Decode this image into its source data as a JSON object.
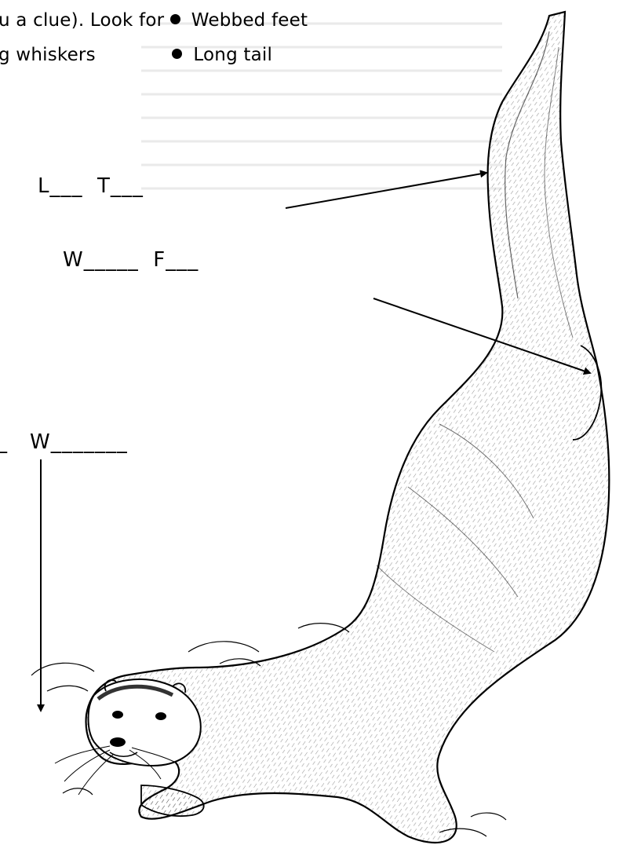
{
  "intro": {
    "line1_prefix": "u a clue). Look for",
    "line1_item": "Webbed feet",
    "line2_prefix": "g whiskers",
    "line2_item": "Long tail"
  },
  "labels": {
    "long_tail": "L___  T___",
    "webbed_feet": "W_____  F___",
    "whiskers": "W_______",
    "whiskers_edge": "_"
  }
}
